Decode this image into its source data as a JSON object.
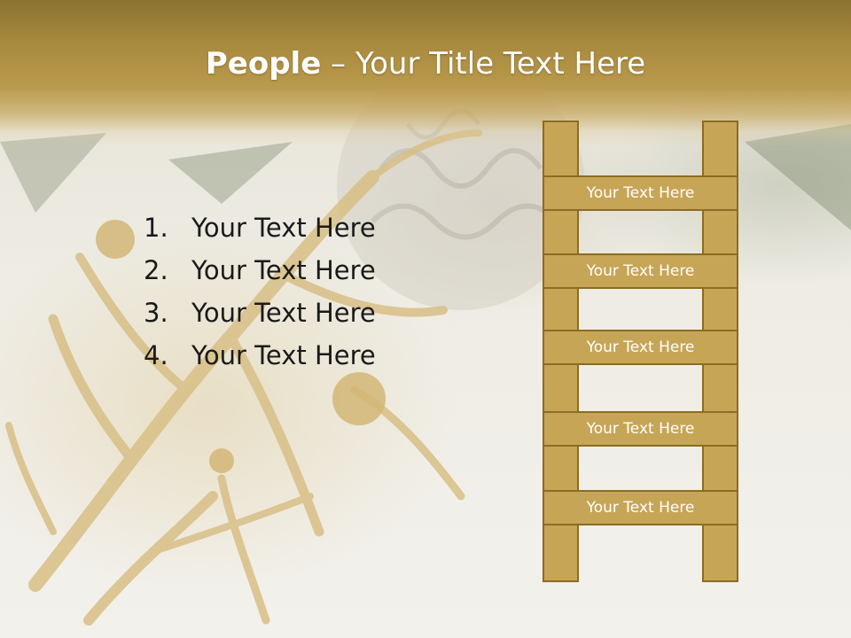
{
  "slide": {
    "title_strong": "People",
    "title_rest": " – Your Title Text Here",
    "list": [
      {
        "number": "1.",
        "text": "Your Text Here"
      },
      {
        "number": "2.",
        "text": "Your Text Here"
      },
      {
        "number": "3.",
        "text": "Your Text Here"
      },
      {
        "number": "4.",
        "text": "Your Text Here"
      }
    ],
    "ladder_rungs": [
      "Your Text Here",
      "Your Text Here",
      "Your Text Here",
      "Your Text Here",
      "Your Text Here"
    ]
  },
  "colors": {
    "title_band": "#a88a3f",
    "ladder_fill": "#c7a556",
    "ladder_border": "#8b6c22",
    "title_text": "#ffffff",
    "body_text": "#1a1a1a"
  },
  "icons": [
    "gold-glitter-branch-image",
    "silver-ornament-image",
    "ladder-shape"
  ]
}
